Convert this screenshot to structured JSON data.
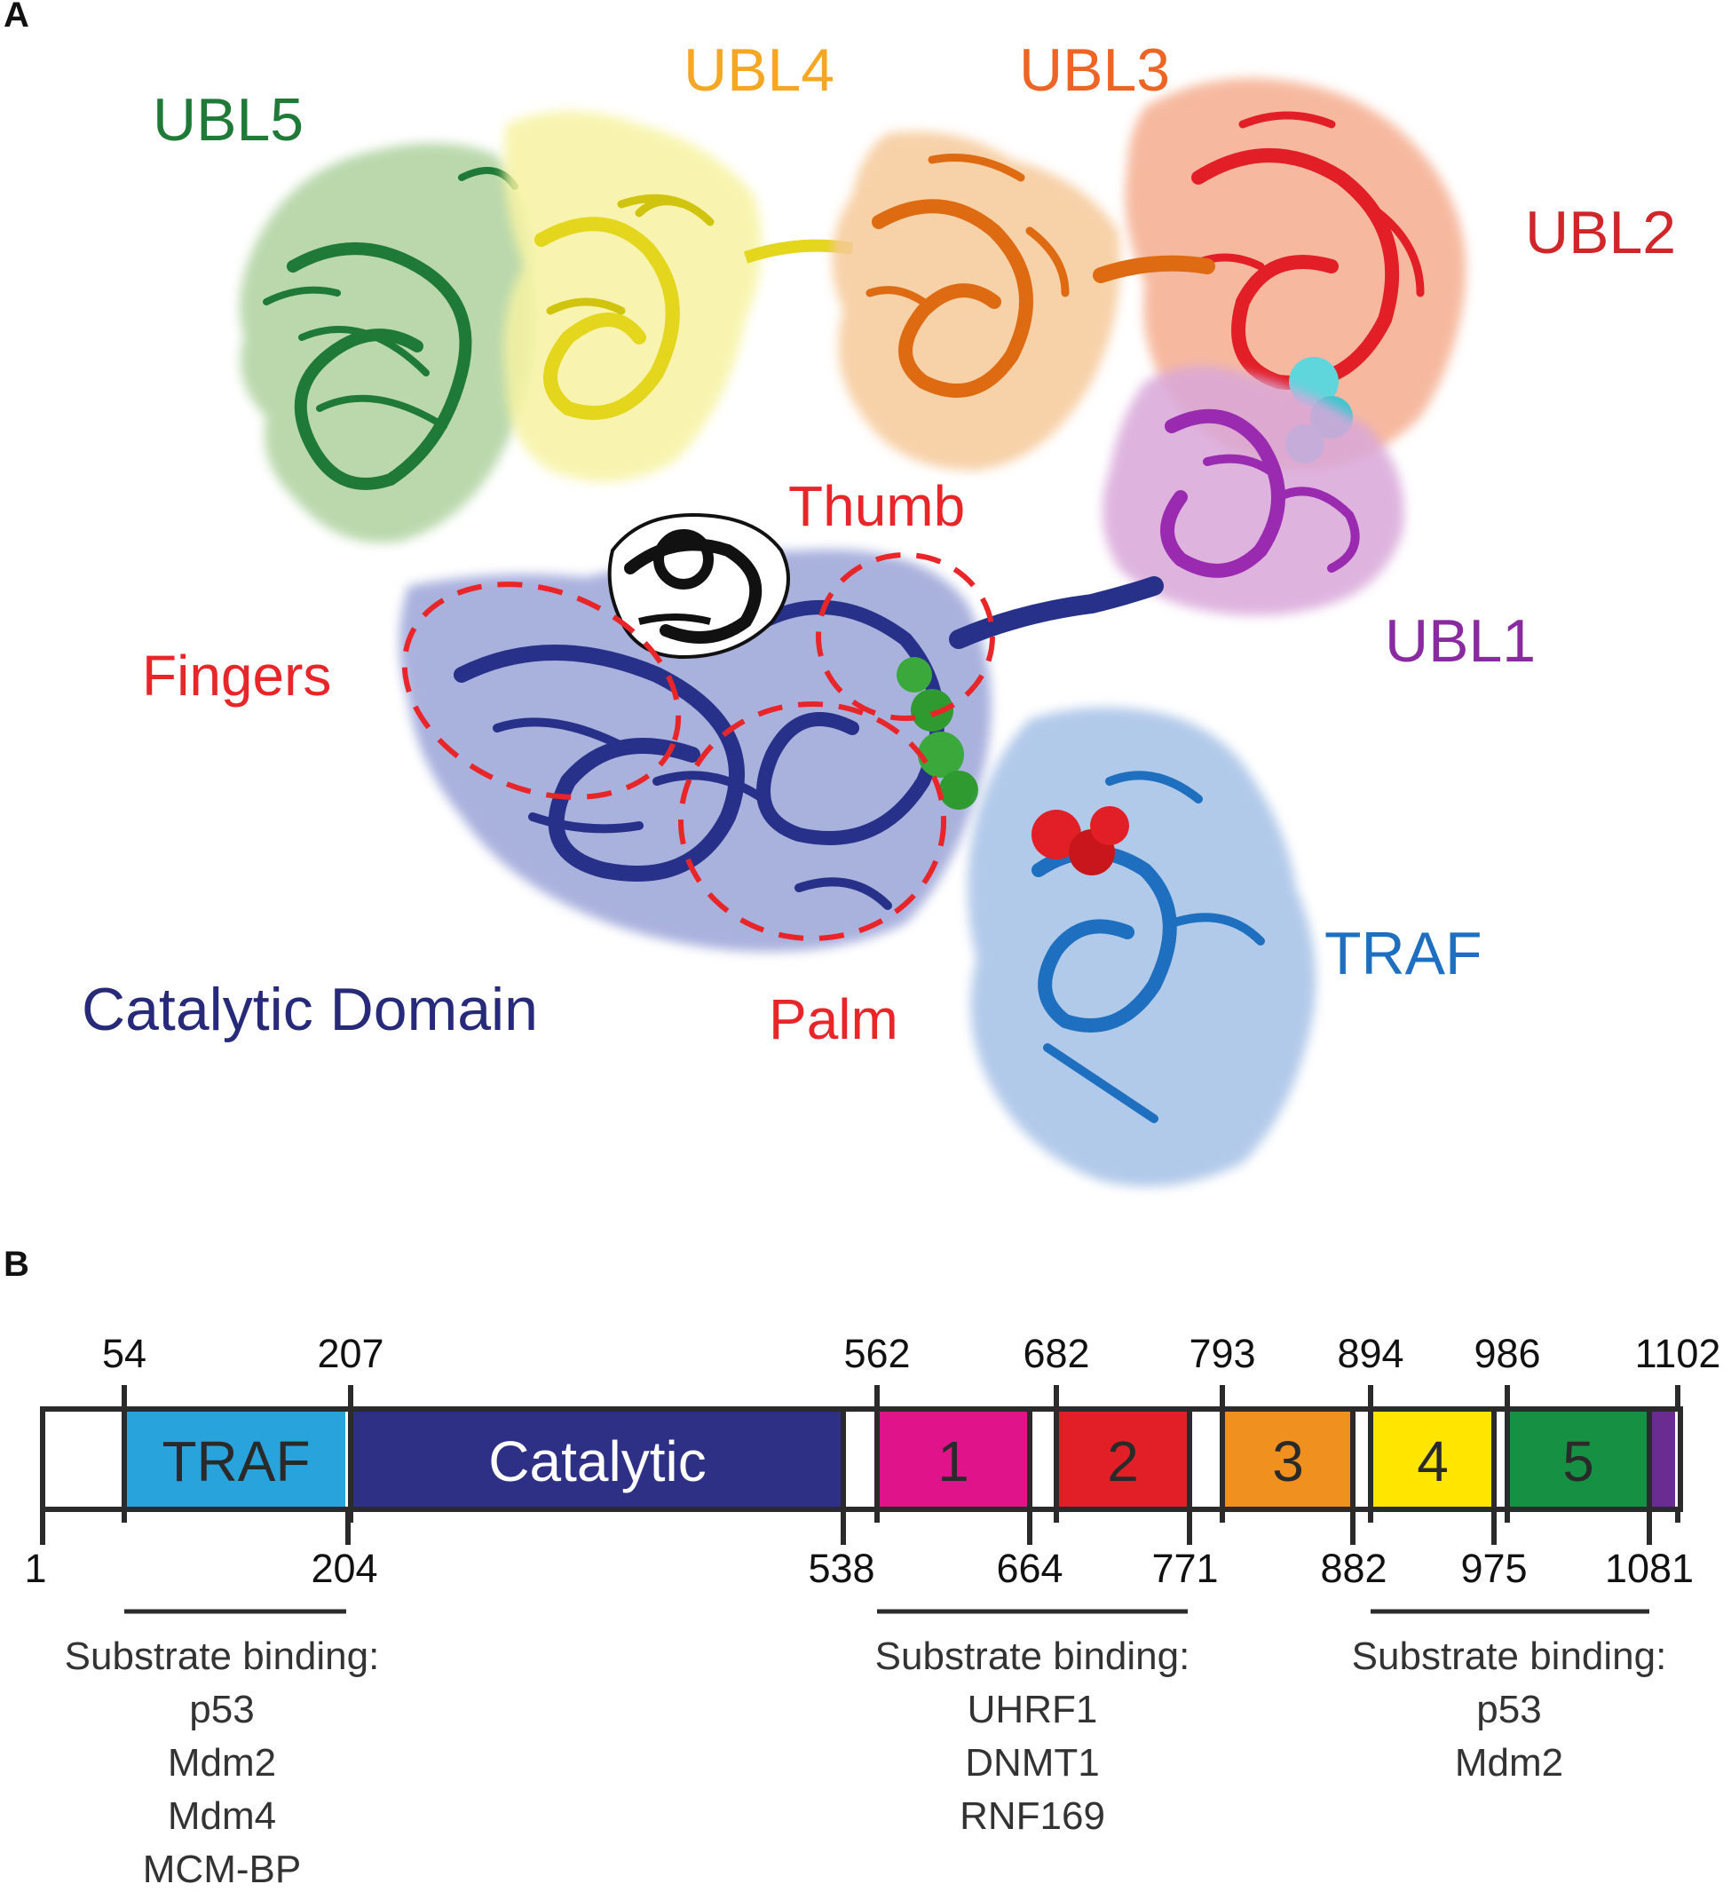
{
  "panelA": {
    "letter": "A",
    "labels": {
      "ubl5": "UBL5",
      "ubl4": "UBL4",
      "ubl3": "UBL3",
      "ubl2": "UBL2",
      "ubl1": "UBL1",
      "thumb": "Thumb",
      "fingers": "Fingers",
      "palm": "Palm",
      "traf": "TRAF",
      "catalytic": "Catalytic Domain"
    },
    "colors": {
      "ubl5": "#1e7a36",
      "ubl4": "#f5a623",
      "ubl3": "#ee6424",
      "ubl2": "#d0262a",
      "ubl1": "#8a2aa0",
      "subdomain": "#e8262a",
      "traf": "#1e6fbf",
      "catalytic": "#272a78"
    }
  },
  "panelB": {
    "letter": "B",
    "top_numbers": [
      "54",
      "207",
      "562",
      "682",
      "793",
      "894",
      "986",
      "1102"
    ],
    "bottom_numbers": [
      "1",
      "204",
      "538",
      "664",
      "771",
      "882",
      "975",
      "1081"
    ],
    "domains": [
      {
        "label": "TRAF",
        "color": "#29a3dc",
        "text_color": "#2a2a2a"
      },
      {
        "label": "Catalytic",
        "color": "#2e3086",
        "text_color": "#ffffff"
      },
      {
        "label": "1",
        "color": "#e0138b",
        "text_color": "#2a2a2a"
      },
      {
        "label": "2",
        "color": "#e21f26",
        "text_color": "#2a2a2a"
      },
      {
        "label": "3",
        "color": "#f0901e",
        "text_color": "#2a2a2a"
      },
      {
        "label": "4",
        "color": "#ffe500",
        "text_color": "#2a2a2a"
      },
      {
        "label": "5",
        "color": "#169143",
        "text_color": "#2a2a2a"
      },
      {
        "label": "",
        "color": "#6a2c91",
        "text_color": "#2a2a2a"
      }
    ],
    "binding_groups": [
      {
        "title": "Substrate binding:",
        "items": [
          "p53",
          "Mdm2",
          "Mdm4",
          "MCM-BP"
        ]
      },
      {
        "title": "Substrate binding:",
        "items": [
          "UHRF1",
          "DNMT1",
          "RNF169"
        ]
      },
      {
        "title": "Substrate binding:",
        "items": [
          "p53",
          "Mdm2"
        ]
      }
    ]
  }
}
